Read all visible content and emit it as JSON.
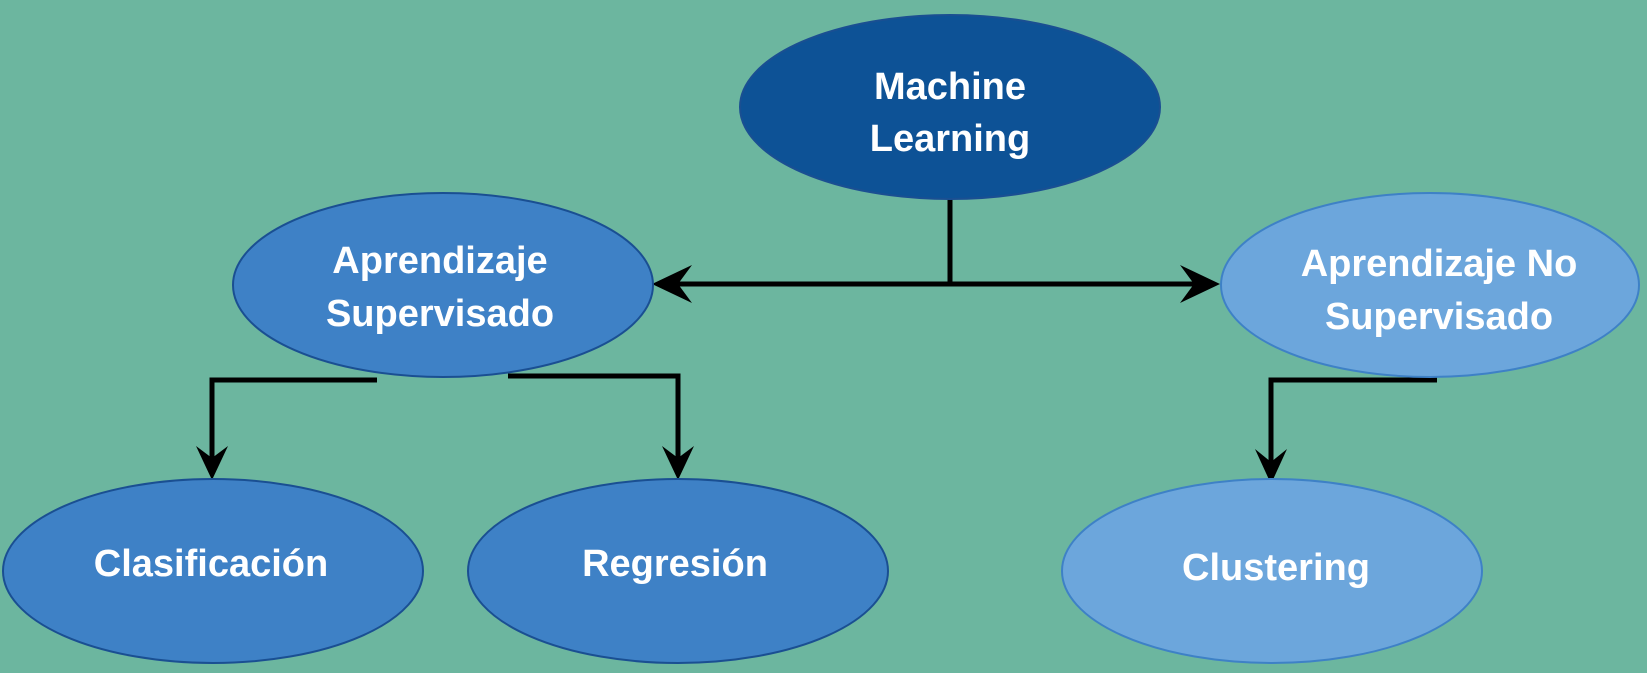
{
  "colors": {
    "background": "#6cb69f",
    "node_root": "#0d5296",
    "node_supervised": "#3e81c6",
    "node_unsupervised": "#6ca6dc",
    "node_border": "#1a4f92",
    "edge": "#000000",
    "text": "#ffffff"
  },
  "nodes": {
    "root": {
      "line1": "Machine",
      "line2": "Learning"
    },
    "supervised": {
      "line1": "Aprendizaje",
      "line2": "Supervisado"
    },
    "unsupervised": {
      "line1": "Aprendizaje No",
      "line2": "Supervisado"
    },
    "classification": {
      "label": "Clasificación"
    },
    "regression": {
      "label": "Regresión"
    },
    "clustering": {
      "label": "Clustering"
    }
  },
  "edges": [
    {
      "from": "root",
      "to": "supervised"
    },
    {
      "from": "root",
      "to": "unsupervised"
    },
    {
      "from": "supervised",
      "to": "classification"
    },
    {
      "from": "supervised",
      "to": "regression"
    },
    {
      "from": "unsupervised",
      "to": "clustering"
    }
  ]
}
